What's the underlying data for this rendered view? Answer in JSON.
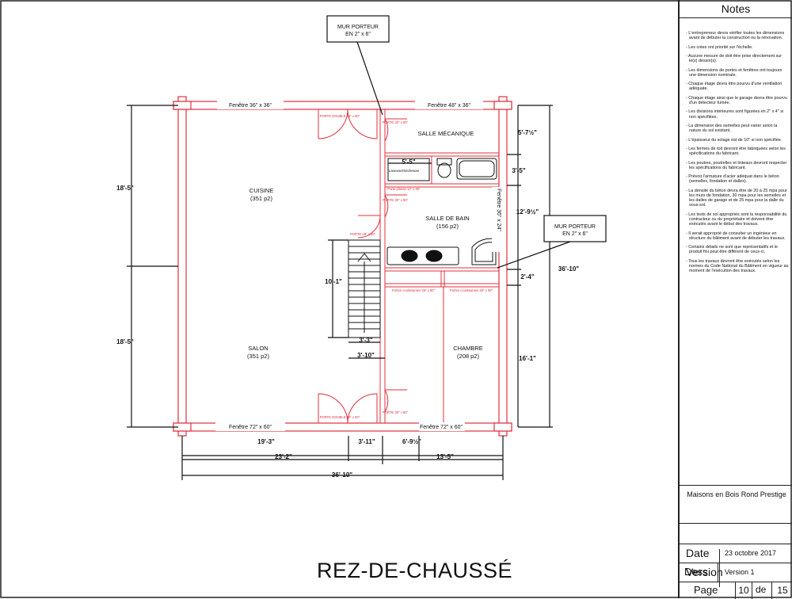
{
  "plan": {
    "title": "REZ-DE-CHAUSSÉ",
    "rooms": {
      "cuisine": {
        "name": "CUISINE",
        "area": "(351 p2)"
      },
      "salon": {
        "name": "SALON",
        "area": "(351 p2)"
      },
      "mecanique": {
        "name": "SALLE MÉCANIQUE"
      },
      "bain": {
        "name": "SALLE DE BAIN",
        "area": "(156 p2)"
      },
      "chambre": {
        "name": "CHAMBRE",
        "area": "(208 p2)"
      },
      "laveuse": {
        "name": "Laveuse/Sécheuse"
      }
    },
    "windows": {
      "top_left": "Fenêtre 36\" x 36\"",
      "top_right": "Fenêtre 48\" x 36\"",
      "bottom_left": "Fenêtre 72\" x 60\"",
      "bottom_right": "Fenêtre 72\" x 60\"",
      "side_right": "Fenêtre 36\" x 24\""
    },
    "doors": {
      "double_top": "PORTE DOUBLE 34\" x 80\"",
      "double_bottom": "PORTE DOUBLE 34\" x 80\"",
      "mech": "PORTE 30\" x 80\"",
      "pliante": "Porte pliante 12\" x 80\"",
      "stair": "PORTE 28\" x 80\"",
      "coul_left": "Portes coulissantes 26\" x 80\"",
      "coul_right": "Portes coulissantes 26\" x 80\"",
      "chambre": "PORTE 30\" x 80\""
    },
    "callouts": {
      "top": {
        "line1": "MUR PORTEUR",
        "line2": "EN 2\" x 6\""
      },
      "right": {
        "line1": "MUR PORTEUR",
        "line2": "EN 2\" x 6\""
      }
    },
    "dims": {
      "left_top": "18'-5\"",
      "left_bottom": "18'-5\"",
      "right_total": "36'-10\"",
      "right_1": "5'-7½\"",
      "right_2": "3'-5\"",
      "right_3": "12'-9½\"",
      "right_4": "2'-4\"",
      "right_5": "16'-1\"",
      "stair_h": "10'-1\"",
      "stair_w1": "3'-3\"",
      "stair_w2": "3'-10\"",
      "closet": "5'-5\"",
      "bottom_1": "19'-3\"",
      "bottom_2": "3'-11\"",
      "bottom_3": "6'-9½\"",
      "bottom_4": "13'-5\"",
      "bottom_5": "23'-2\"",
      "bottom_total": "36'-10\""
    }
  },
  "notes": {
    "heading": "Notes",
    "items": [
      "L'entrepreneur devra vérifier toutes les dimensions avant de débuter la construction ou la rénovation.",
      "Les cotes ont priorité sur l'échelle.",
      "Aucune mesure de doit être prise directement sur le(s) dessin(s).",
      "Les dimensions de portes et fenêtres ont toujours une dimension nominale.",
      "Chaque étage devra être pourvu d'une ventilation adéquate.",
      "Chaque étage ainsi que le garage devra être pourvu d'un détecteur fumée.",
      "Les divisions intérieures sont figurées en 2\" x 4\" si non spécifiées.",
      "La dimension des semelles peut varier selon la nature du sol existant.",
      "L'épaisseur du solage est de 10\" si non spécifiée.",
      "Les fermes de toit devront être fabriquées selon les spécifications du fabricant.",
      "Les poutres, poutrelles et linteaux devront respecter les spécifications du fabricant.",
      "Prévoir l'armature d'acier adéquat dans le béton (semelles, fondation et dalles).",
      "La densité du béton devra être de 20 à 25 mpa pour les murs de fondation, 30 mpa pour les semelles et les dalles de garage et de 25 mpa pour la dalle du sous-sol.",
      "Les tests de sol appropriés sont la responsabilité du contracteur ou du propriétaire et doivent être exécutés avant le début des travaux.",
      "Il serait approprié de consulter un ingénieur en structure du bâtiment avant de débuter les travaux.",
      "Certains détails ne sont que représentatifs et le produit fini peut être différent de ceux-ci.",
      "Tous les travaux devront être exécutés selon les normes du Code National du Bâtiment en vigueur au moment de l'exécution des travaux."
    ]
  },
  "titleblock": {
    "company": "Maisons en Bois Rond Prestige",
    "date_label": "Date",
    "date_value": "23 octobre 2017",
    "version_label": "Version",
    "version_value": "Version 1",
    "dess_label": "Dess.",
    "page_label": "Page",
    "page_num": "10",
    "page_de": "de",
    "page_total": "15"
  },
  "colors": {
    "wall": "#e0303e",
    "line": "#111111"
  }
}
